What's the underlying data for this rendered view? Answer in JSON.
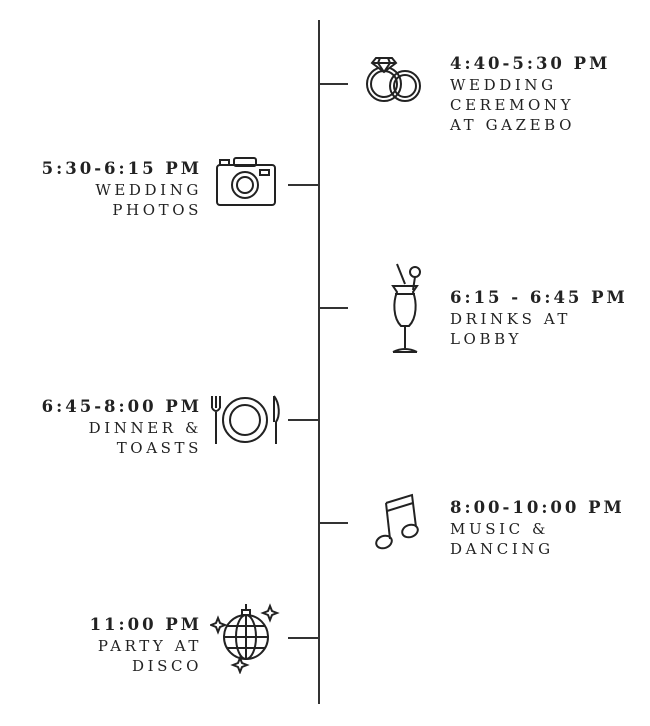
{
  "timeline": {
    "events": [
      {
        "time": "4:40-5:30 PM",
        "description": "WEDDING\nCEREMONY\nAT GAZEBO",
        "icon": "wedding-rings-icon",
        "side": "right"
      },
      {
        "time": "5:30-6:15 PM",
        "description": "WEDDING\nPHOTOS",
        "icon": "camera-icon",
        "side": "left"
      },
      {
        "time": "6:15 - 6:45 PM",
        "description": "DRINKS AT\nLOBBY",
        "icon": "cocktail-icon",
        "side": "right"
      },
      {
        "time": "6:45-8:00 PM",
        "description": "DINNER &\nTOASTS",
        "icon": "plate-cutlery-icon",
        "side": "left"
      },
      {
        "time": "8:00-10:00 PM",
        "description": "MUSIC &\nDANCING",
        "icon": "music-note-icon",
        "side": "right"
      },
      {
        "time": "11:00 PM",
        "description": "PARTY AT\nDISCO",
        "icon": "disco-ball-icon",
        "side": "left"
      }
    ]
  },
  "colors": {
    "line": "#333333",
    "text": "#222222",
    "background": "#ffffff"
  }
}
